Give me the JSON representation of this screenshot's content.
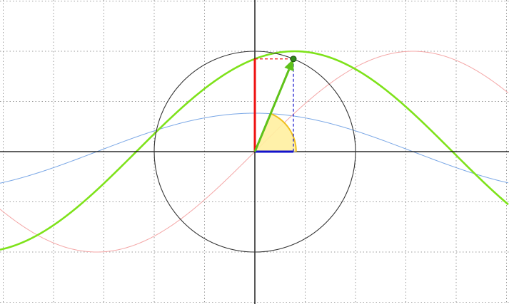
{
  "chart_data": {
    "type": "line",
    "title": "",
    "xlabel": "",
    "ylabel": "",
    "grid": true,
    "xlim": [
      -2.5,
      2.5
    ],
    "ylim": [
      -1.5,
      1.5
    ],
    "angle_deg": 67.5,
    "unit_circle_radius": 1,
    "point": {
      "x": 0.383,
      "y": 0.924
    },
    "series": [
      {
        "kind": "sin-shifted",
        "amplitude": 1,
        "phase": 1.178,
        "color": "#7ee21a"
      },
      {
        "kind": "sin",
        "amplitude": 1,
        "phase": 0,
        "color": "#f4a6a6"
      },
      {
        "kind": "cos",
        "amplitude": 0.383,
        "phase": 0,
        "color": "#7aa7e6"
      }
    ],
    "colors": {
      "axes": "#000000",
      "grid": "#999999",
      "circle": "#333333",
      "sine_segment": "#ee1111",
      "cosine_segment": "#1111cc",
      "vector": "#5fc21a",
      "angle_fill": "#fff0a0",
      "angle_stroke": "#f0c020",
      "point_fill": "#2f8a1a"
    }
  }
}
